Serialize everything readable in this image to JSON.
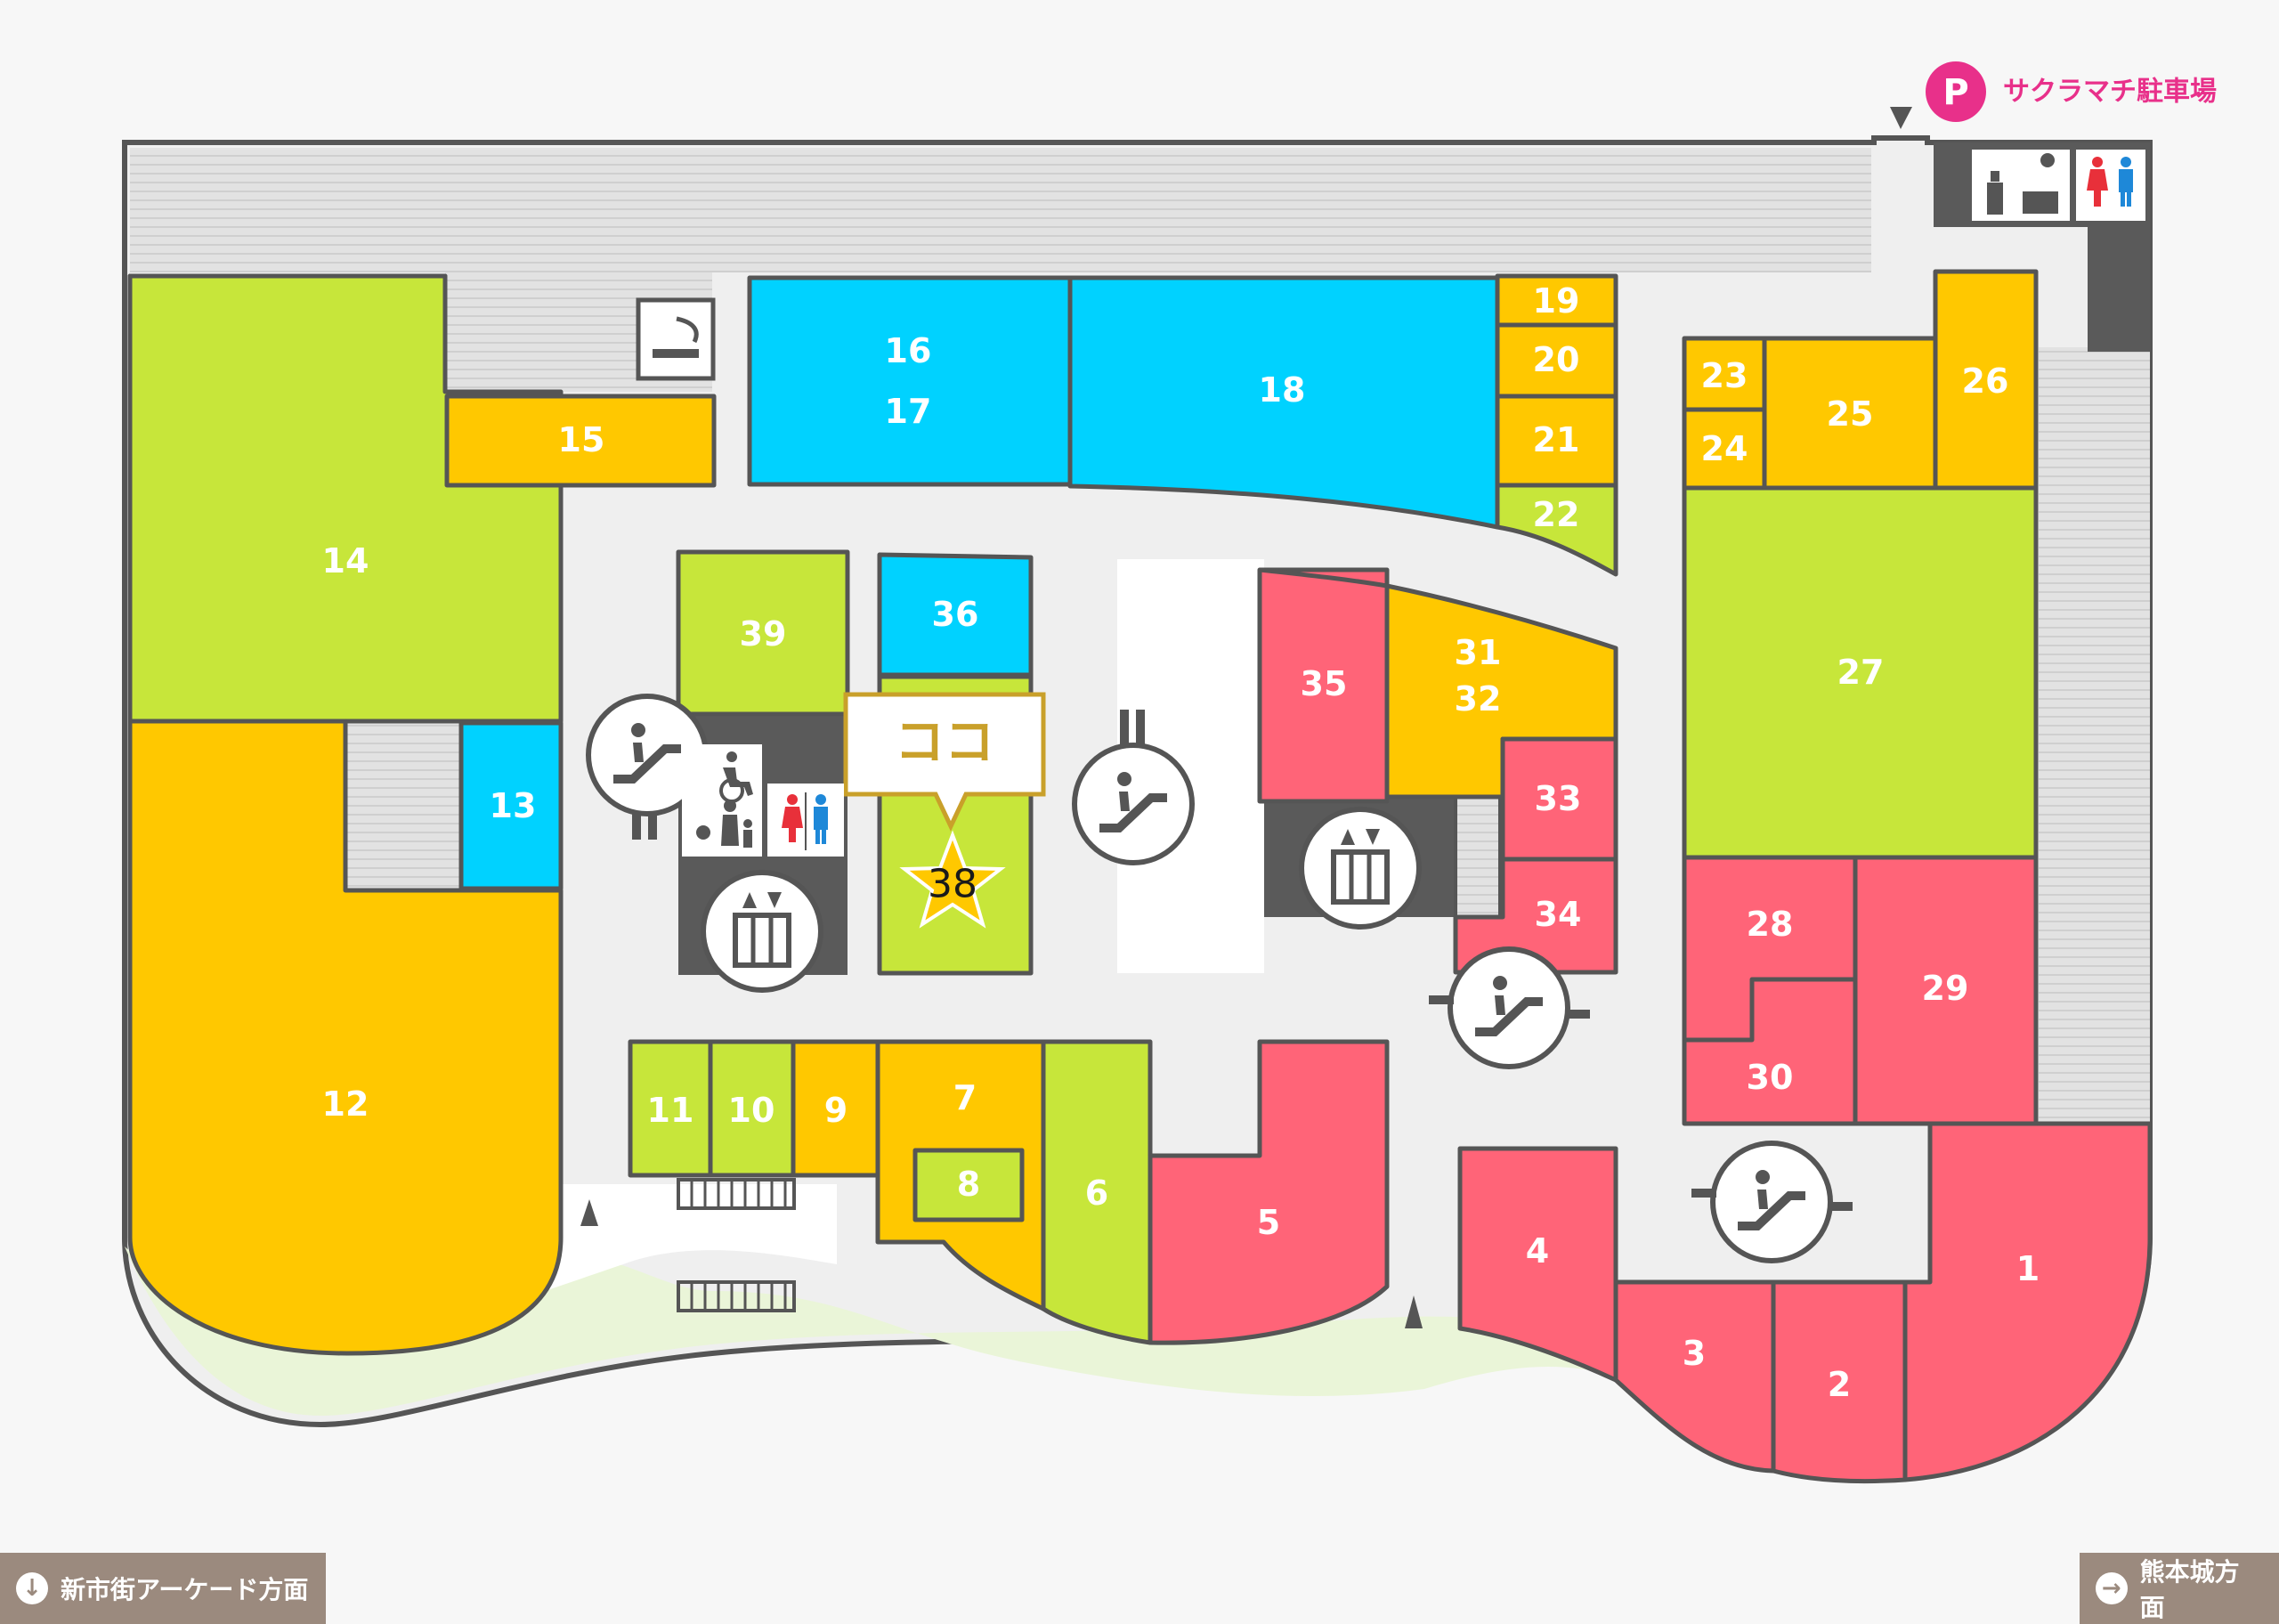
{
  "colors": {
    "restaurant": "#c7e63a",
    "fashion": "#ffc800",
    "service": "#ff6478",
    "goods": "#00d2ff",
    "outline": "#555555",
    "corridor": "#efefef"
  },
  "parking": {
    "icon": "P",
    "label": "サクラマチ駐車場"
  },
  "here": {
    "label": "ココ",
    "unit": "38"
  },
  "units": {
    "u1": "1",
    "u2": "2",
    "u3": "3",
    "u4": "4",
    "u5": "5",
    "u6": "6",
    "u7": "7",
    "u8": "8",
    "u9": "9",
    "u10": "10",
    "u11": "11",
    "u12": "12",
    "u13": "13",
    "u14": "14",
    "u15": "15",
    "u16": "16",
    "u17": "17",
    "u18": "18",
    "u19": "19",
    "u20": "20",
    "u21": "21",
    "u22": "22",
    "u23": "23",
    "u24": "24",
    "u25": "25",
    "u26": "26",
    "u27": "27",
    "u28": "28",
    "u29": "29",
    "u30": "30",
    "u31": "31",
    "u32": "32",
    "u33": "33",
    "u34": "34",
    "u35": "35",
    "u36": "36",
    "u39": "39"
  },
  "icons": [
    "escalator-icon",
    "elevator-icon",
    "restroom-icon",
    "accessible-restroom-icon",
    "smoking-area-icon",
    "nursing-room-icon"
  ],
  "directions": {
    "left": "新市街アーケード方面",
    "right": "熊本城方面"
  }
}
